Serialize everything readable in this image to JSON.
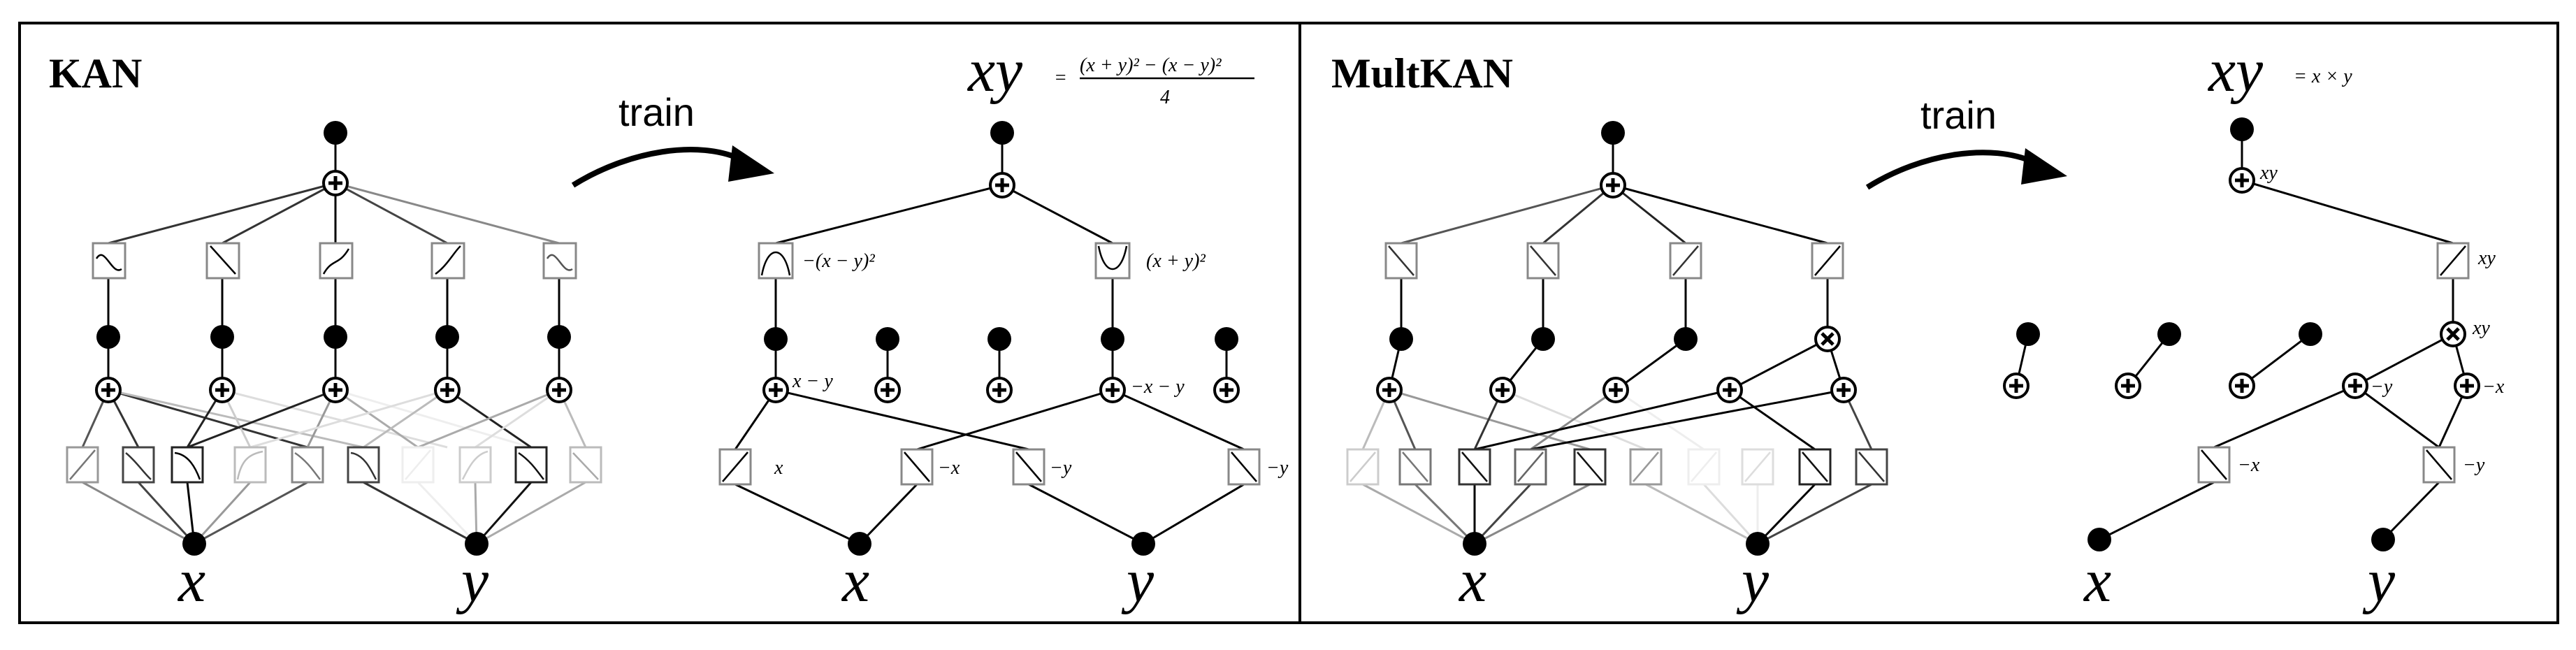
{
  "kan": {
    "title": "KAN",
    "train_label": "train",
    "input_x": "x",
    "input_y": "y",
    "trained": {
      "output": "xy",
      "formula_eq": "=",
      "formula_num": "(x + y)² − (x − y)²",
      "formula_den": "4",
      "act_left": "−(x − y)²",
      "act_right": "(x + y)²",
      "sum_left": "x − y",
      "sum_right": "−x − y",
      "edge_1": "x",
      "edge_2": "−x",
      "edge_3": "−y",
      "edge_4": "−y",
      "input_x": "x",
      "input_y": "y"
    }
  },
  "multkan": {
    "title": "MultKAN",
    "train_label": "train",
    "input_x": "x",
    "input_y": "y",
    "trained": {
      "output": "xy",
      "formula": "= x × y",
      "top_sum": "xy",
      "act": "xy",
      "mult": "xy",
      "sum_a": "−y",
      "sum_b": "−x",
      "edge_1": "−x",
      "edge_2": "−y",
      "input_x": "x",
      "input_y": "y"
    }
  }
}
